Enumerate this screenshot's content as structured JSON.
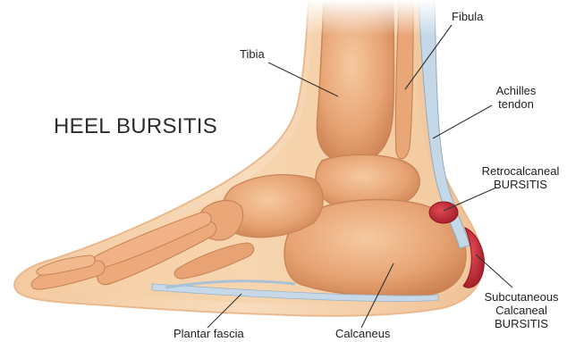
{
  "title": "HEEL BURSITIS",
  "labels": {
    "tibia": "Tibia",
    "fibula": "Fibula",
    "achilles": [
      "Achilles",
      "tendon"
    ],
    "retrocalcaneal": [
      "Retrocalcaneal",
      "BURSITIS"
    ],
    "subcutaneous": [
      "Subcutaneous",
      "Calcaneal",
      "BURSITIS"
    ],
    "plantar_fascia": "Plantar fascia",
    "calcaneus": "Calcaneus"
  },
  "colors": {
    "skin": "#f7d7b3",
    "bone": "#e8a878",
    "bone_shade": "#c97b4c",
    "tendon": "#b9cfe0",
    "bursa": "#c22a35",
    "leader_line": "#333333"
  }
}
